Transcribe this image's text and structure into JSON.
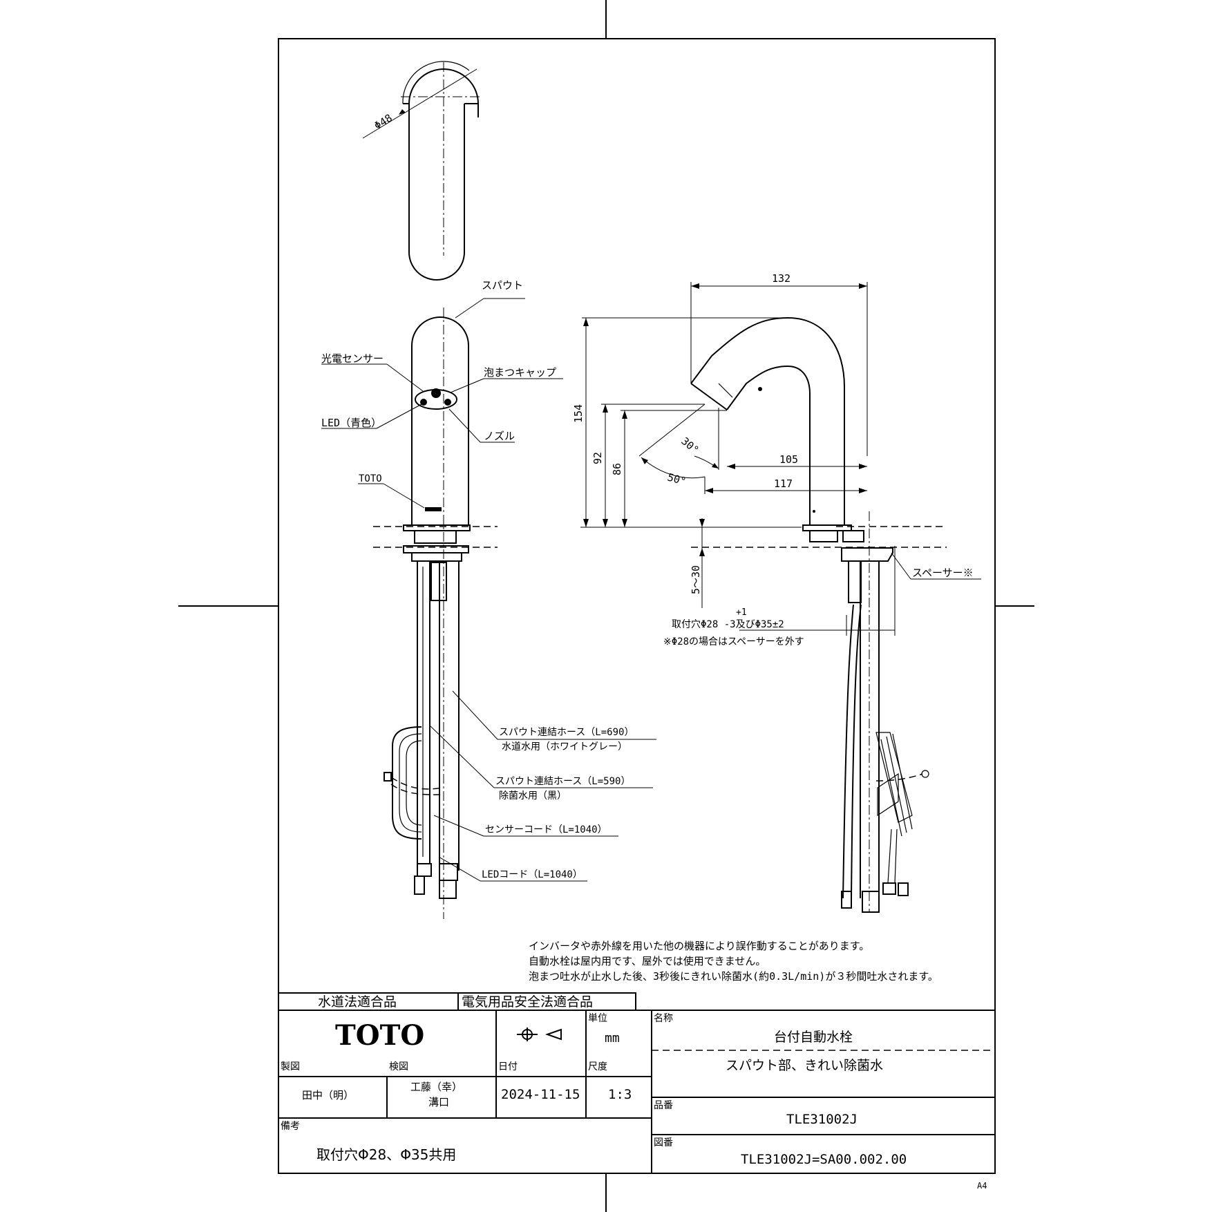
{
  "front_view": {
    "top_dia": "Φ48",
    "labels": {
      "spout": "スパウト",
      "photo_sensor": "光電センサー",
      "foam_cap": "泡まつキャップ",
      "led": "LED（青色）",
      "nozzle": "ノズル",
      "toto": "TOTO",
      "hose_690": "スパウト連結ホース（L=690）",
      "hose_690_note": "水道水用（ホワイトグレー）",
      "hose_590": "スパウト連結ホース（L=590）",
      "hose_590_note": "除菌水用（黒）",
      "sensor_cord": "センサーコード（L=1040）",
      "led_cord": "LEDコード（L=1040）"
    }
  },
  "side_view": {
    "dims": {
      "d132": "132",
      "d154": "154",
      "d92": "92",
      "d86": "86",
      "d105": "105",
      "d117": "117",
      "d530": "5～30",
      "a30": "30°",
      "a50": "50°"
    },
    "spacer": "スペーサー※",
    "hole_tol": "+1",
    "hole": "取付穴Φ28  -3及びΦ35±2",
    "hole_note": "※Φ28の場合はスペーサーを外す"
  },
  "notes": [
    "インバータや赤外線を用いた他の機器により誤作動することがあります。",
    "自動水栓は屋内用です、屋外では使用できません。",
    "泡まつ吐水が止水した後、3秒後にきれい除菌水(約0.3L/min)が３秒間吐水されます。"
  ],
  "title_block": {
    "cert1": "水道法適合品",
    "cert2": "電気用品安全法適合品",
    "brand": "TOTO",
    "unit_label": "単位",
    "unit": "mm",
    "name_label": "名称",
    "name1": "台付自動水栓",
    "name2": "スパウト部、きれい除菌水",
    "drawn_label": "製図",
    "drawn": "田中（明）",
    "checked_label": "検図",
    "checked1": "工藤（幸）",
    "checked2": "溝口",
    "date_label": "日付",
    "date": "2024-11-15",
    "scale_label": "尺度",
    "scale": "1:3",
    "part_label": "品番",
    "part": "TLE31002J",
    "remarks_label": "備考",
    "remarks": "取付穴Φ28、Φ35共用",
    "drawing_label": "図番",
    "drawing": "TLE31002J=SA00.002.00",
    "paper": "A4"
  }
}
